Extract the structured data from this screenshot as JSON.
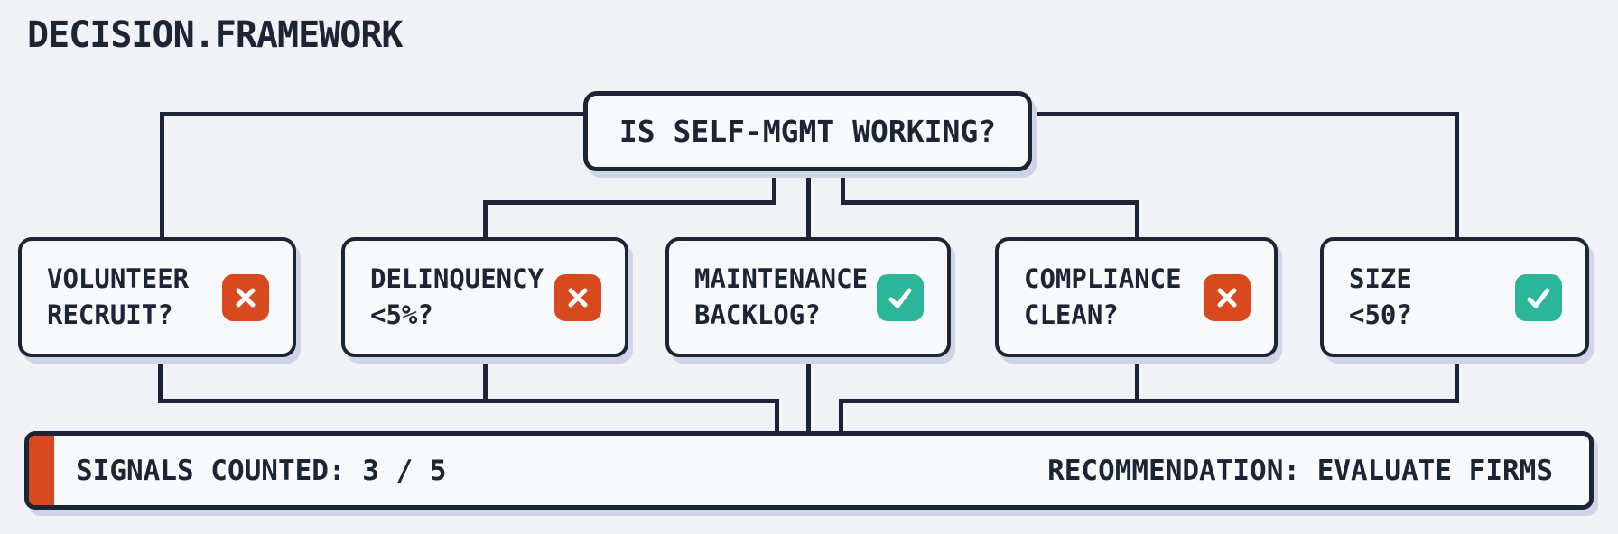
{
  "title": "DECISION.FRAMEWORK",
  "root": {
    "label": "IS SELF-MGMT WORKING?"
  },
  "nodes": [
    {
      "id": "volunteer-recruit",
      "label": "VOLUNTEER\nRECRUIT?",
      "status": "no"
    },
    {
      "id": "delinquency",
      "label": "DELINQUENCY\n<5%?",
      "status": "no"
    },
    {
      "id": "maintenance-backlog",
      "label": "MAINTENANCE\nBACKLOG?",
      "status": "yes"
    },
    {
      "id": "compliance-clean",
      "label": "COMPLIANCE\nCLEAN?",
      "status": "no"
    },
    {
      "id": "size",
      "label": "SIZE\n<50?",
      "status": "yes"
    }
  ],
  "summary": {
    "signals_label": "SIGNALS COUNTED: 3 / 5",
    "recommendation_label": "RECOMMENDATION: EVALUATE FIRMS"
  },
  "colors": {
    "background": "#f1f2f5",
    "panel": "#f8f9fb",
    "line": "#1b2535",
    "no_badge": "#d84a1e",
    "yes_badge": "#2bb69a",
    "shadow": "#cdd5e6"
  }
}
